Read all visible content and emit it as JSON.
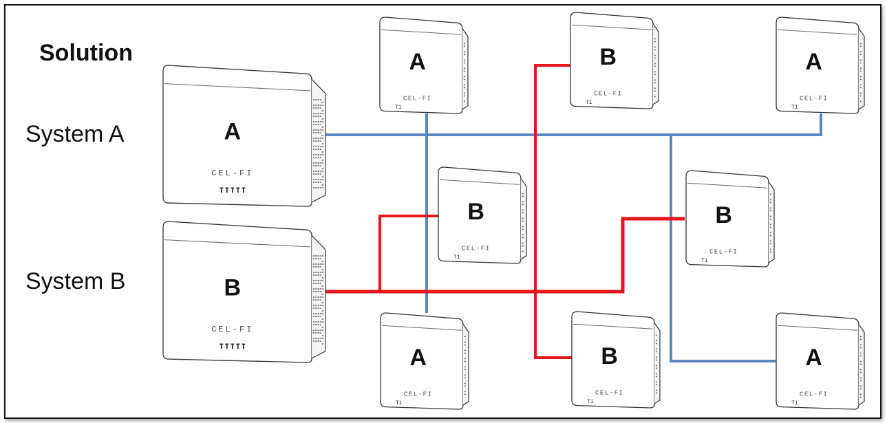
{
  "title": "Solution",
  "systems": [
    {
      "label": "System A",
      "letter": "A",
      "color": "#5b87bd"
    },
    {
      "label": "System B",
      "letter": "B",
      "color": "#e8141c"
    }
  ],
  "device_brand": "CEL-FI",
  "antenna_marks_small": "T1",
  "nodes": [
    {
      "letter": "A",
      "system": "System A"
    },
    {
      "letter": "B",
      "system": "System B"
    },
    {
      "letter": "A",
      "system": "System A"
    },
    {
      "letter": "B",
      "system": "System B"
    },
    {
      "letter": "B",
      "system": "System B"
    },
    {
      "letter": "A",
      "system": "System A"
    },
    {
      "letter": "B",
      "system": "System B"
    },
    {
      "letter": "A",
      "system": "System A"
    }
  ]
}
